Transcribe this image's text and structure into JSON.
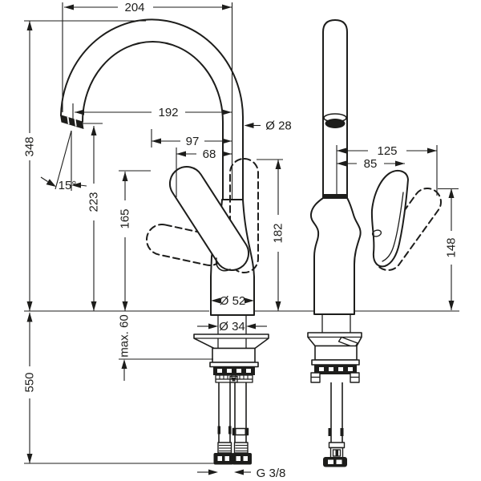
{
  "drawing": {
    "type": "technical-dimension-drawing",
    "subject": "single-lever high-arc kitchen faucet, front and side views",
    "background": "#ffffff",
    "line_color": "#1d1d1b",
    "labels": {
      "overall_width": "204",
      "height_above_deck": "348",
      "spout_reach": "192",
      "spout_diameter": "Ø 28",
      "outlet_offset": "97",
      "handle_offset": "68",
      "outlet_height": "223",
      "handle_height": "165",
      "handle_top_height": "182",
      "spray_angle": "15°",
      "base_diameter": "Ø 52",
      "shank_diameter": "Ø 34",
      "max_deck_thickness": "max. 60",
      "hose_length": "550",
      "side_handle_reach": "125",
      "side_handle_reach_inner": "85",
      "side_handle_height": "148",
      "connection_thread": "G 3/8"
    }
  }
}
